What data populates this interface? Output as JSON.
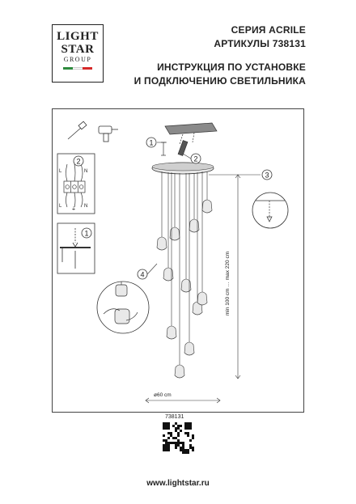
{
  "logo": {
    "line1": "LIGHT",
    "line2": "STAR",
    "line3": "GROUP",
    "flag_colors": [
      "#2e8b3e",
      "#ffffff",
      "#d62828"
    ]
  },
  "header": {
    "series": "СЕРИЯ ACRILE",
    "articles": "АРТИКУЛЫ 738131"
  },
  "instruction": {
    "line1": "ИНСТРУКЦИЯ ПО УСТАНОВКЕ",
    "line2": "И ПОДКЛЮЧЕНИЮ СВЕТИЛЬНИКА"
  },
  "diagram": {
    "callouts": [
      "1",
      "2",
      "3",
      "4"
    ],
    "wiring_labels": {
      "live": "L",
      "earth": "⏚",
      "neutral": "N"
    },
    "dim_width": "ø60 cm",
    "dim_height": "min 100 cm … max 220 cm"
  },
  "footer": {
    "article": "738131",
    "website": "www.lightstar.ru"
  }
}
